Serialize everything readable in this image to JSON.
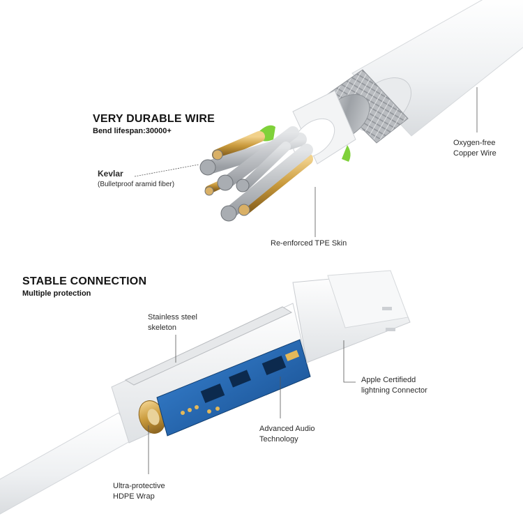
{
  "section_wire": {
    "title": "VERY DURABLE WIRE",
    "subtitle": "Bend lifespan:30000+",
    "kevlar": {
      "name": "Kevlar",
      "desc": "(Bulletproof aramid fiber)"
    },
    "copper": {
      "line1": "Oxygen-free",
      "line2": "Copper Wire"
    },
    "tpe": "Re-enforced TPE Skin"
  },
  "section_connection": {
    "title": "STABLE CONNECTION",
    "subtitle": "Multiple protection",
    "skeleton": {
      "line1": "Stainless steel",
      "line2": "skeleton"
    },
    "apple": {
      "line1": "Apple Certifiedd",
      "line2": "lightning Connector"
    },
    "audio": {
      "line1": "Advanced Audio",
      "line2": "Technology"
    },
    "hdpe": {
      "line1": "Ultra-protective",
      "line2": "HDPE Wrap"
    }
  },
  "colors": {
    "cable_white": "#f4f5f6",
    "braid_silver": "#b9bcc0",
    "copper_gold": "#c99a3c",
    "kevlar_green": "#7fd13a",
    "pcb_blue": "#1d5fa8",
    "leader_line": "#555555"
  }
}
